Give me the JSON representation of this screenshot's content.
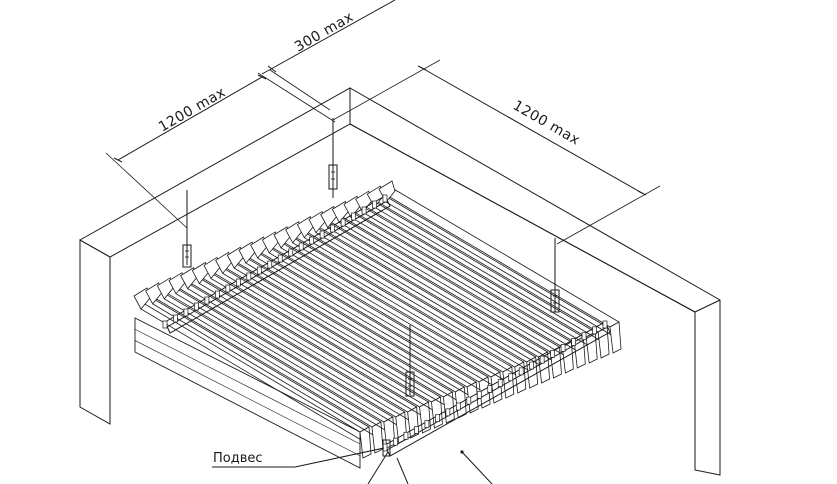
{
  "dimensions": {
    "hanger_spacing_left": "1200 max",
    "edge_offset": "300 max",
    "hanger_spacing_right": "1200 max"
  },
  "callouts": {
    "hanger": "Подвес"
  },
  "slat_count": 22
}
